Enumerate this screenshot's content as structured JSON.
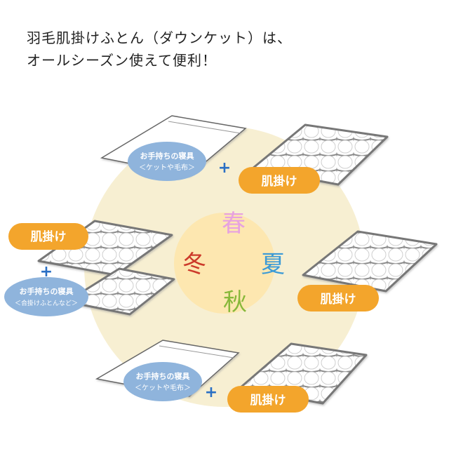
{
  "heading": {
    "line1": "羽毛肌掛けふとん（ダウンケット）は、",
    "line2": "オールシーズン使えて便利！"
  },
  "seasons": {
    "spring": "春",
    "summer": "夏",
    "autumn": "秋",
    "winter": "冬"
  },
  "labels": {
    "hadagake": "肌掛け",
    "plus": "+",
    "own_bedding": "お手持ちの寝具",
    "ketto_moufu": "＜ケットや毛布＞",
    "aigake": "＜合掛けふとんなど＞"
  },
  "colors": {
    "circle": "#f7efd2",
    "center": "#fde7b0",
    "orange_badge": "#f3a52c",
    "blue_badge": "#8fb4dc",
    "plus": "#2a6fc4",
    "spring": "#e7a2e0",
    "summer": "#3b9ad6",
    "autumn": "#88b83a",
    "winter": "#cc3a2a"
  }
}
